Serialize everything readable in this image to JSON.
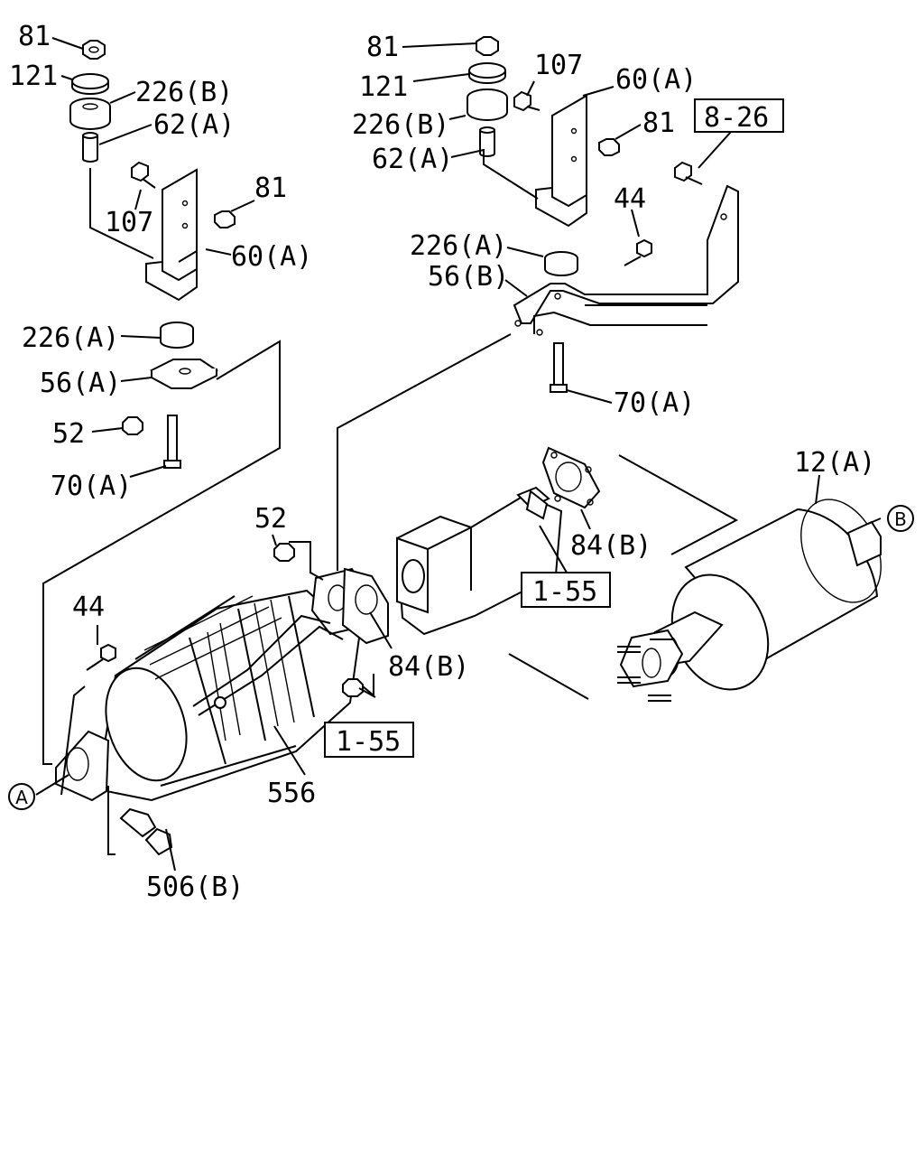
{
  "labels": {
    "l81a": "81",
    "l121a": "121",
    "l226ba": "226(B)",
    "l62aa": "62(A)",
    "l107a": "107",
    "l81b": "81",
    "l60aa": "60(A)",
    "l226aa": "226(A)",
    "l56a": "56(A)",
    "l52a": "52",
    "l70aa": "70(A)",
    "l81c": "81",
    "l121b": "121",
    "l226bb": "226(B)",
    "l62ab": "62(A)",
    "l107b": "107",
    "l60ab": "60(A)",
    "l81d": "81",
    "l44a": "44",
    "l226ab": "226(A)",
    "l56b": "56(B)",
    "l70ab": "70(A)",
    "l12a": "12(A)",
    "l84ba": "84(B)",
    "l52b": "52",
    "l44b": "44",
    "l84bb": "84(B)",
    "l556": "556",
    "l506b": "506(B)"
  },
  "refs": {
    "ref826": "8-26",
    "ref155a": "1-55",
    "ref155b": "1-55"
  },
  "markers": {
    "mA": "A",
    "mB": "B"
  }
}
